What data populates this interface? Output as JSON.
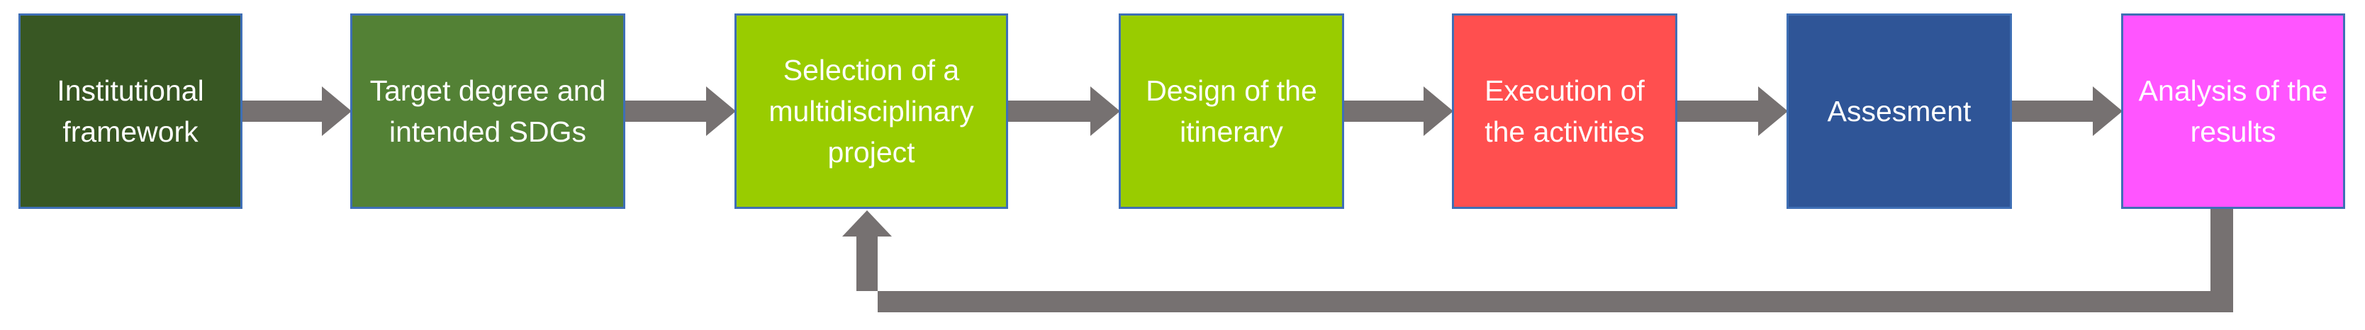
{
  "diagram": {
    "steps": [
      {
        "label": "Institutional framework",
        "color": "#385723"
      },
      {
        "label": "Target degree and intended SDGs",
        "color": "#538135"
      },
      {
        "label": "Selection of a multidisciplinary project",
        "color": "#99cc00"
      },
      {
        "label": "Design of the itinerary",
        "color": "#99cc00"
      },
      {
        "label": "Execution of the activities",
        "color": "#ff4f4f"
      },
      {
        "label": "Assesment",
        "color": "#2f5597"
      },
      {
        "label": "Analysis of the results",
        "color": "#ff55ff"
      }
    ],
    "arrow_color": "#767171",
    "border_color": "#3f6fb5"
  }
}
